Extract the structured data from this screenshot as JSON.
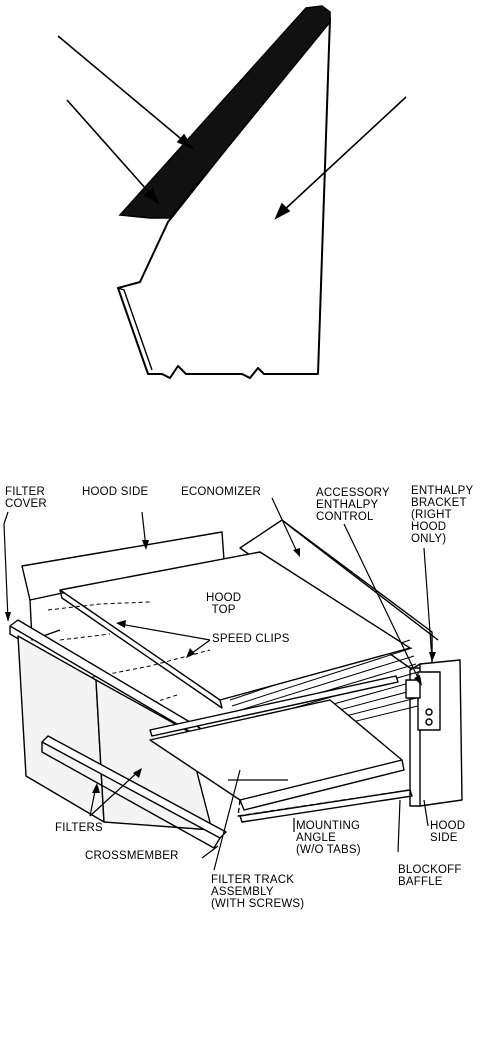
{
  "labels": {
    "filter_cover": "FILTER\nCOVER",
    "hood_side_top": "HOOD SIDE",
    "economizer": "ECONOMIZER",
    "accessory_enthalpy_control": "ACCESSORY\nENTHALPY\nCONTROL",
    "enthalpy_bracket": "ENTHALPY\nBRACKET\n(RIGHT\nHOOD\nONLY)",
    "hood_top": "HOOD\nTOP",
    "speed_clips": "SPEED CLIPS",
    "filters": "FILTERS",
    "crossmember": "CROSSMEMBER",
    "mounting_angle": "MOUNTING\nANGLE\n(W/O TABS)",
    "hood_side_right": "HOOD\nSIDE",
    "filter_track_assembly": "FILTER TRACK\nASSEMBLY\n(WITH SCREWS)",
    "blockoff_baffle": "BLOCKOFF\nBAFFLE"
  },
  "colors": {
    "ink": "#000000",
    "paper": "#ffffff",
    "fill": "#f4f4f4"
  }
}
